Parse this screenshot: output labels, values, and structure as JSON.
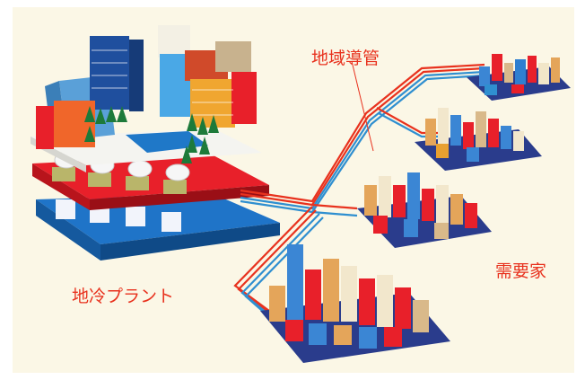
{
  "labels": {
    "regional_pipe": "地域導管",
    "consumers": "需要家",
    "plant": "地冷プラント"
  },
  "colors": {
    "background": "#fbf7e6",
    "label_red": "#e8321e",
    "pipe_red": "#e8321e",
    "pipe_blue": "#2f8fd0",
    "plant_red_deck": "#e8202a",
    "plant_blue_deck": "#1f74c8"
  }
}
